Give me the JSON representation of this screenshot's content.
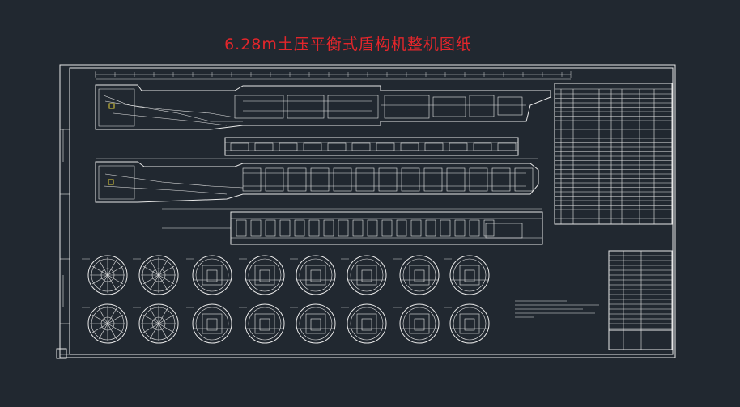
{
  "drawing": {
    "title": "6.28m土压平衡式盾构机整机图纸"
  },
  "colors": {
    "background": "#212830",
    "title": "#e3262b",
    "linework": "#e8e8e8",
    "highlight": "#e8d23a"
  },
  "views": {
    "elevation_top": "main-elevation-upper",
    "elevation_bottom": "main-elevation-lower",
    "plan": "plan-view",
    "sections_count": 16
  }
}
